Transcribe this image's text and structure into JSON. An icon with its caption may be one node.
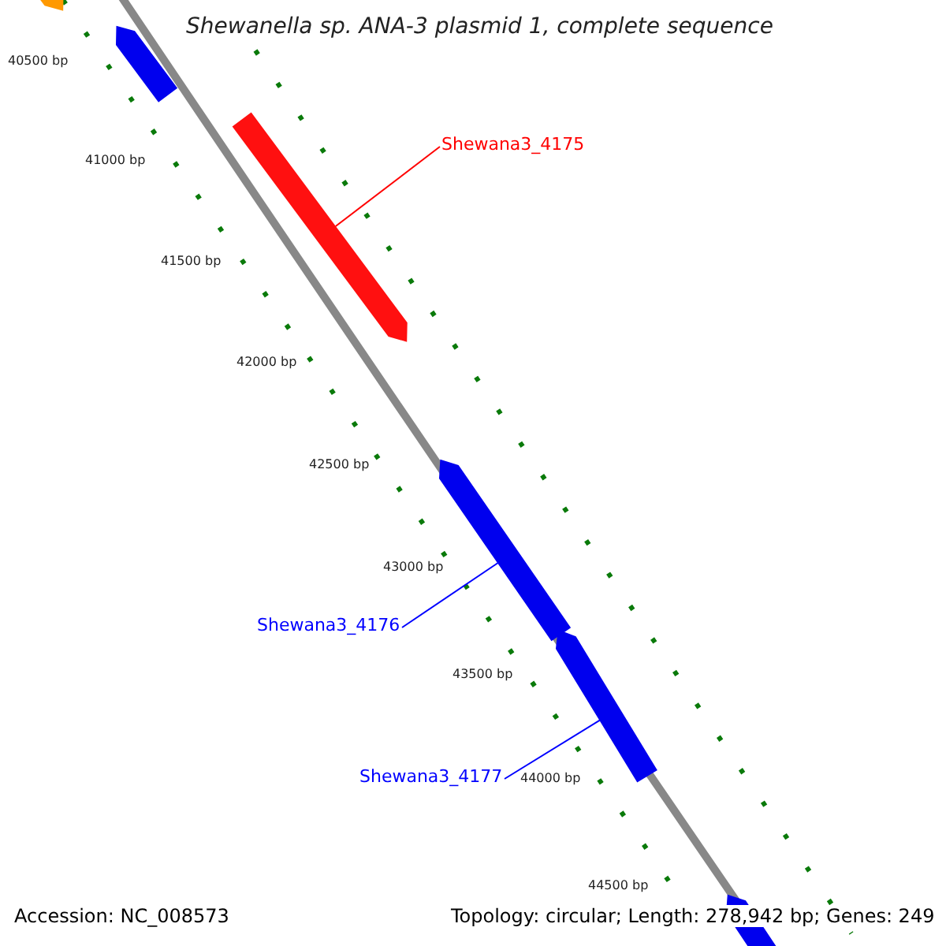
{
  "diagram": {
    "title": "Shewanella sp. ANA-3 plasmid 1, complete sequence",
    "nodes": [
      {
        "text": [],
        "shape": "bar"
      },
      {
        "text": [],
        "shape": "bar"
      },
      {
        "text": [
          "Shewana3_4175"
        ]
      },
      {
        "text": [],
        "shape": "bar"
      },
      {
        "text": [],
        "shape": "bar"
      },
      {
        "text": [
          "Shewana3_4176"
        ]
      },
      {
        "text": [],
        "shape": "bar"
      },
      {
        "text": [
          "Shewana3_4177"
        ]
      },
      {
        "text": [],
        "shape": "bar"
      }
    ],
    "edges": [
      {
        "from": 2,
        "to": 3,
        "arrow": "none",
        "color": "#ff0000"
      },
      {
        "from": 5,
        "to": 4,
        "arrow": "none"
      },
      {
        "from": 7,
        "to": 6,
        "arrow": "none"
      }
    ],
    "labels": [
      "40500 bp",
      "41000 bp",
      "41500 bp",
      "42000 bp",
      "42500 bp",
      "43000 bp",
      "43500 bp",
      "44000 bp",
      "44500 bp",
      "Accession: NC_008573",
      "Topology: circular; Length: 278,942 bp; Genes: 249"
    ]
  }
}
